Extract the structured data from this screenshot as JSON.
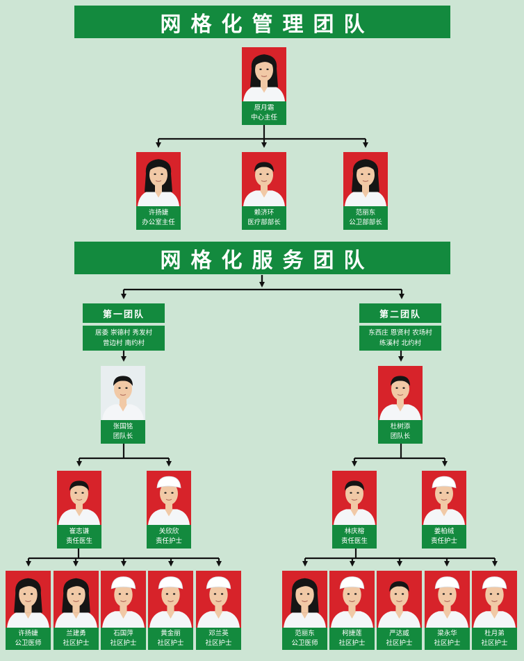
{
  "management": {
    "title": "网格化管理团队",
    "director": {
      "name": "原月霜",
      "role": "中心主任"
    },
    "heads": [
      {
        "name": "许扬婕",
        "role": "办公室主任"
      },
      {
        "name": "赖济环",
        "role": "医疗部部长"
      },
      {
        "name": "范丽东",
        "role": "公卫部部长"
      }
    ]
  },
  "service": {
    "title": "网格化服务团队",
    "teams": [
      {
        "title": "第一团队",
        "villages": [
          "居委 崇德村 秀发村",
          "曾边村 南约村"
        ],
        "leader": {
          "name": "张国铭",
          "role": "团队长"
        },
        "responsible": [
          {
            "name": "崔志谦",
            "role": "责任医生"
          },
          {
            "name": "关欣欣",
            "role": "责任护士"
          }
        ],
        "members": [
          {
            "name": "许扬婕",
            "role": "公卫医师"
          },
          {
            "name": "兰建勇",
            "role": "社区护士"
          },
          {
            "name": "石国萍",
            "role": "社区护士"
          },
          {
            "name": "黄金丽",
            "role": "社区护士"
          },
          {
            "name": "邓兰英",
            "role": "社区护士"
          }
        ]
      },
      {
        "title": "第二团队",
        "villages": [
          "东西庄 恩贤村 农场村",
          "练溪村 北约村"
        ],
        "leader": {
          "name": "杜树添",
          "role": "团队长"
        },
        "responsible": [
          {
            "name": "林庆榕",
            "role": "责任医生"
          },
          {
            "name": "姜柏绒",
            "role": "责任护士"
          }
        ],
        "members": [
          {
            "name": "范丽东",
            "role": "公卫医师"
          },
          {
            "name": "柯捷莲",
            "role": "社区护士"
          },
          {
            "name": "严达威",
            "role": "社区护士"
          },
          {
            "name": "梁永华",
            "role": "社区护士"
          },
          {
            "name": "杜月弟",
            "role": "社区护士"
          }
        ]
      }
    ]
  },
  "colors": {
    "background": "#cde5d4",
    "banner": "#138a3e",
    "photo_bg": "#d7232a",
    "connector": "#111111"
  }
}
